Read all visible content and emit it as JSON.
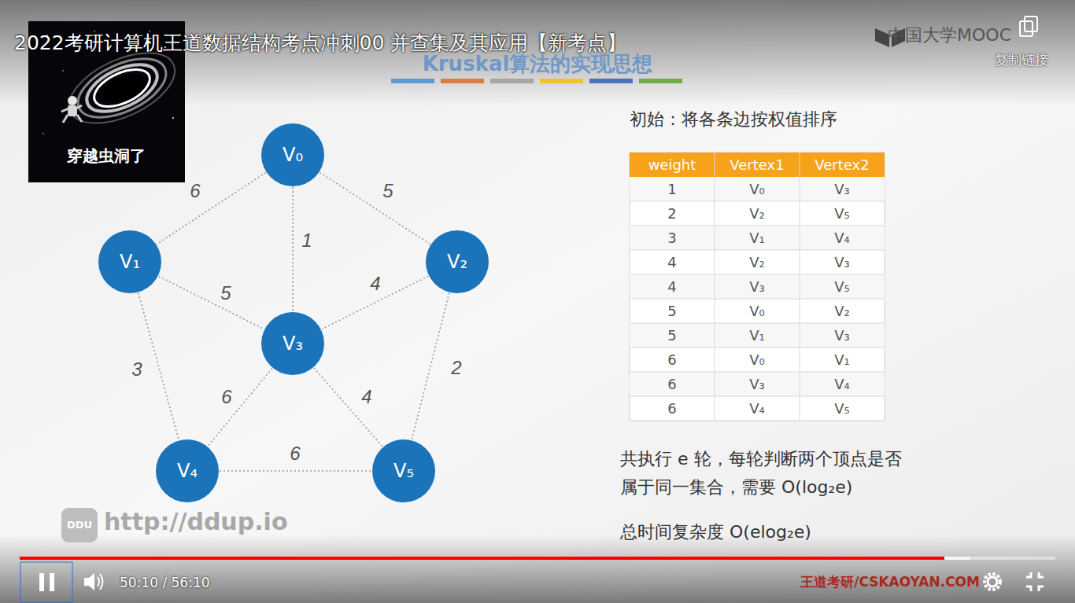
{
  "diagram": {
    "title": "2022考研计算机王道数据结构考点冲刺00 并查集及其应用【新考点】",
    "nodes": [
      {
        "text": [
          "V₀"
        ]
      },
      {
        "text": [
          "V₁"
        ]
      },
      {
        "text": [
          "V₂"
        ]
      },
      {
        "text": [
          "V₃"
        ]
      },
      {
        "text": [
          "V₄"
        ]
      },
      {
        "text": [
          "V₅"
        ]
      }
    ],
    "edges": [
      {
        "from": 0,
        "to": 1,
        "arrow": "none",
        "label": "6"
      },
      {
        "from": 0,
        "to": 2,
        "arrow": "none",
        "label": "5"
      },
      {
        "from": 0,
        "to": 3,
        "arrow": "none",
        "label": "1"
      },
      {
        "from": 1,
        "to": 3,
        "arrow": "none",
        "label": "5"
      },
      {
        "from": 2,
        "to": 3,
        "arrow": "none",
        "label": "4"
      },
      {
        "from": 1,
        "to": 4,
        "arrow": "none",
        "label": "3"
      },
      {
        "from": 3,
        "to": 4,
        "arrow": "none",
        "label": "6"
      },
      {
        "from": 3,
        "to": 5,
        "arrow": "none",
        "label": "4"
      },
      {
        "from": 2,
        "to": 5,
        "arrow": "none",
        "label": "2"
      },
      {
        "from": 4,
        "to": 5,
        "arrow": "none",
        "label": "6"
      }
    ],
    "labels": [
      "Kruskal算法的实现思想",
      "中国大学MOOC",
      "复制链接",
      "穿越虫洞了",
      "初始：将各条边按权值排序",
      "weight",
      "Vertex1",
      "Vertex2",
      "1",
      "V₀",
      "V₃",
      "2",
      "V₂",
      "V₅",
      "3",
      "V₁",
      "V₄",
      "4",
      "V₂",
      "V₃",
      "4",
      "V₃",
      "V₅",
      "5",
      "V₀",
      "V₂",
      "5",
      "V₁",
      "V₃",
      "6",
      "V₀",
      "V₁",
      "6",
      "V₃",
      "V₄",
      "6",
      "V₄",
      "V₅",
      "共执行 e 轮，每轮判断两个顶点是否属于同一集合，需要 O(log₂e)",
      "总时间复杂度 O(elog₂e)",
      "DDU",
      "http://ddup.io",
      "王道考研/CSKAOYAN.COM",
      "50:10 / 56:10"
    ]
  }
}
